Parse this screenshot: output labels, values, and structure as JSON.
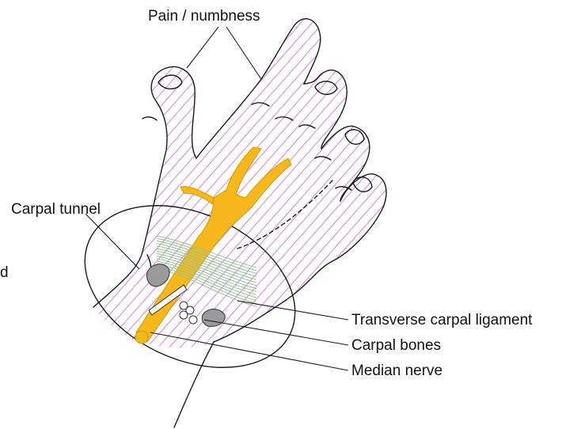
{
  "labels": {
    "pain": "Pain / numbness",
    "tunnel": "Carpal tunnel",
    "ligament": "Transverse carpal ligament",
    "bones": "Carpal bones",
    "nerve": "Median nerve",
    "edge": "d"
  },
  "colors": {
    "numbness_hatch": "#d78be6",
    "median_nerve": "#f7b81c",
    "ligament": "#a9d6a0",
    "bone": "#9a9a9a"
  }
}
